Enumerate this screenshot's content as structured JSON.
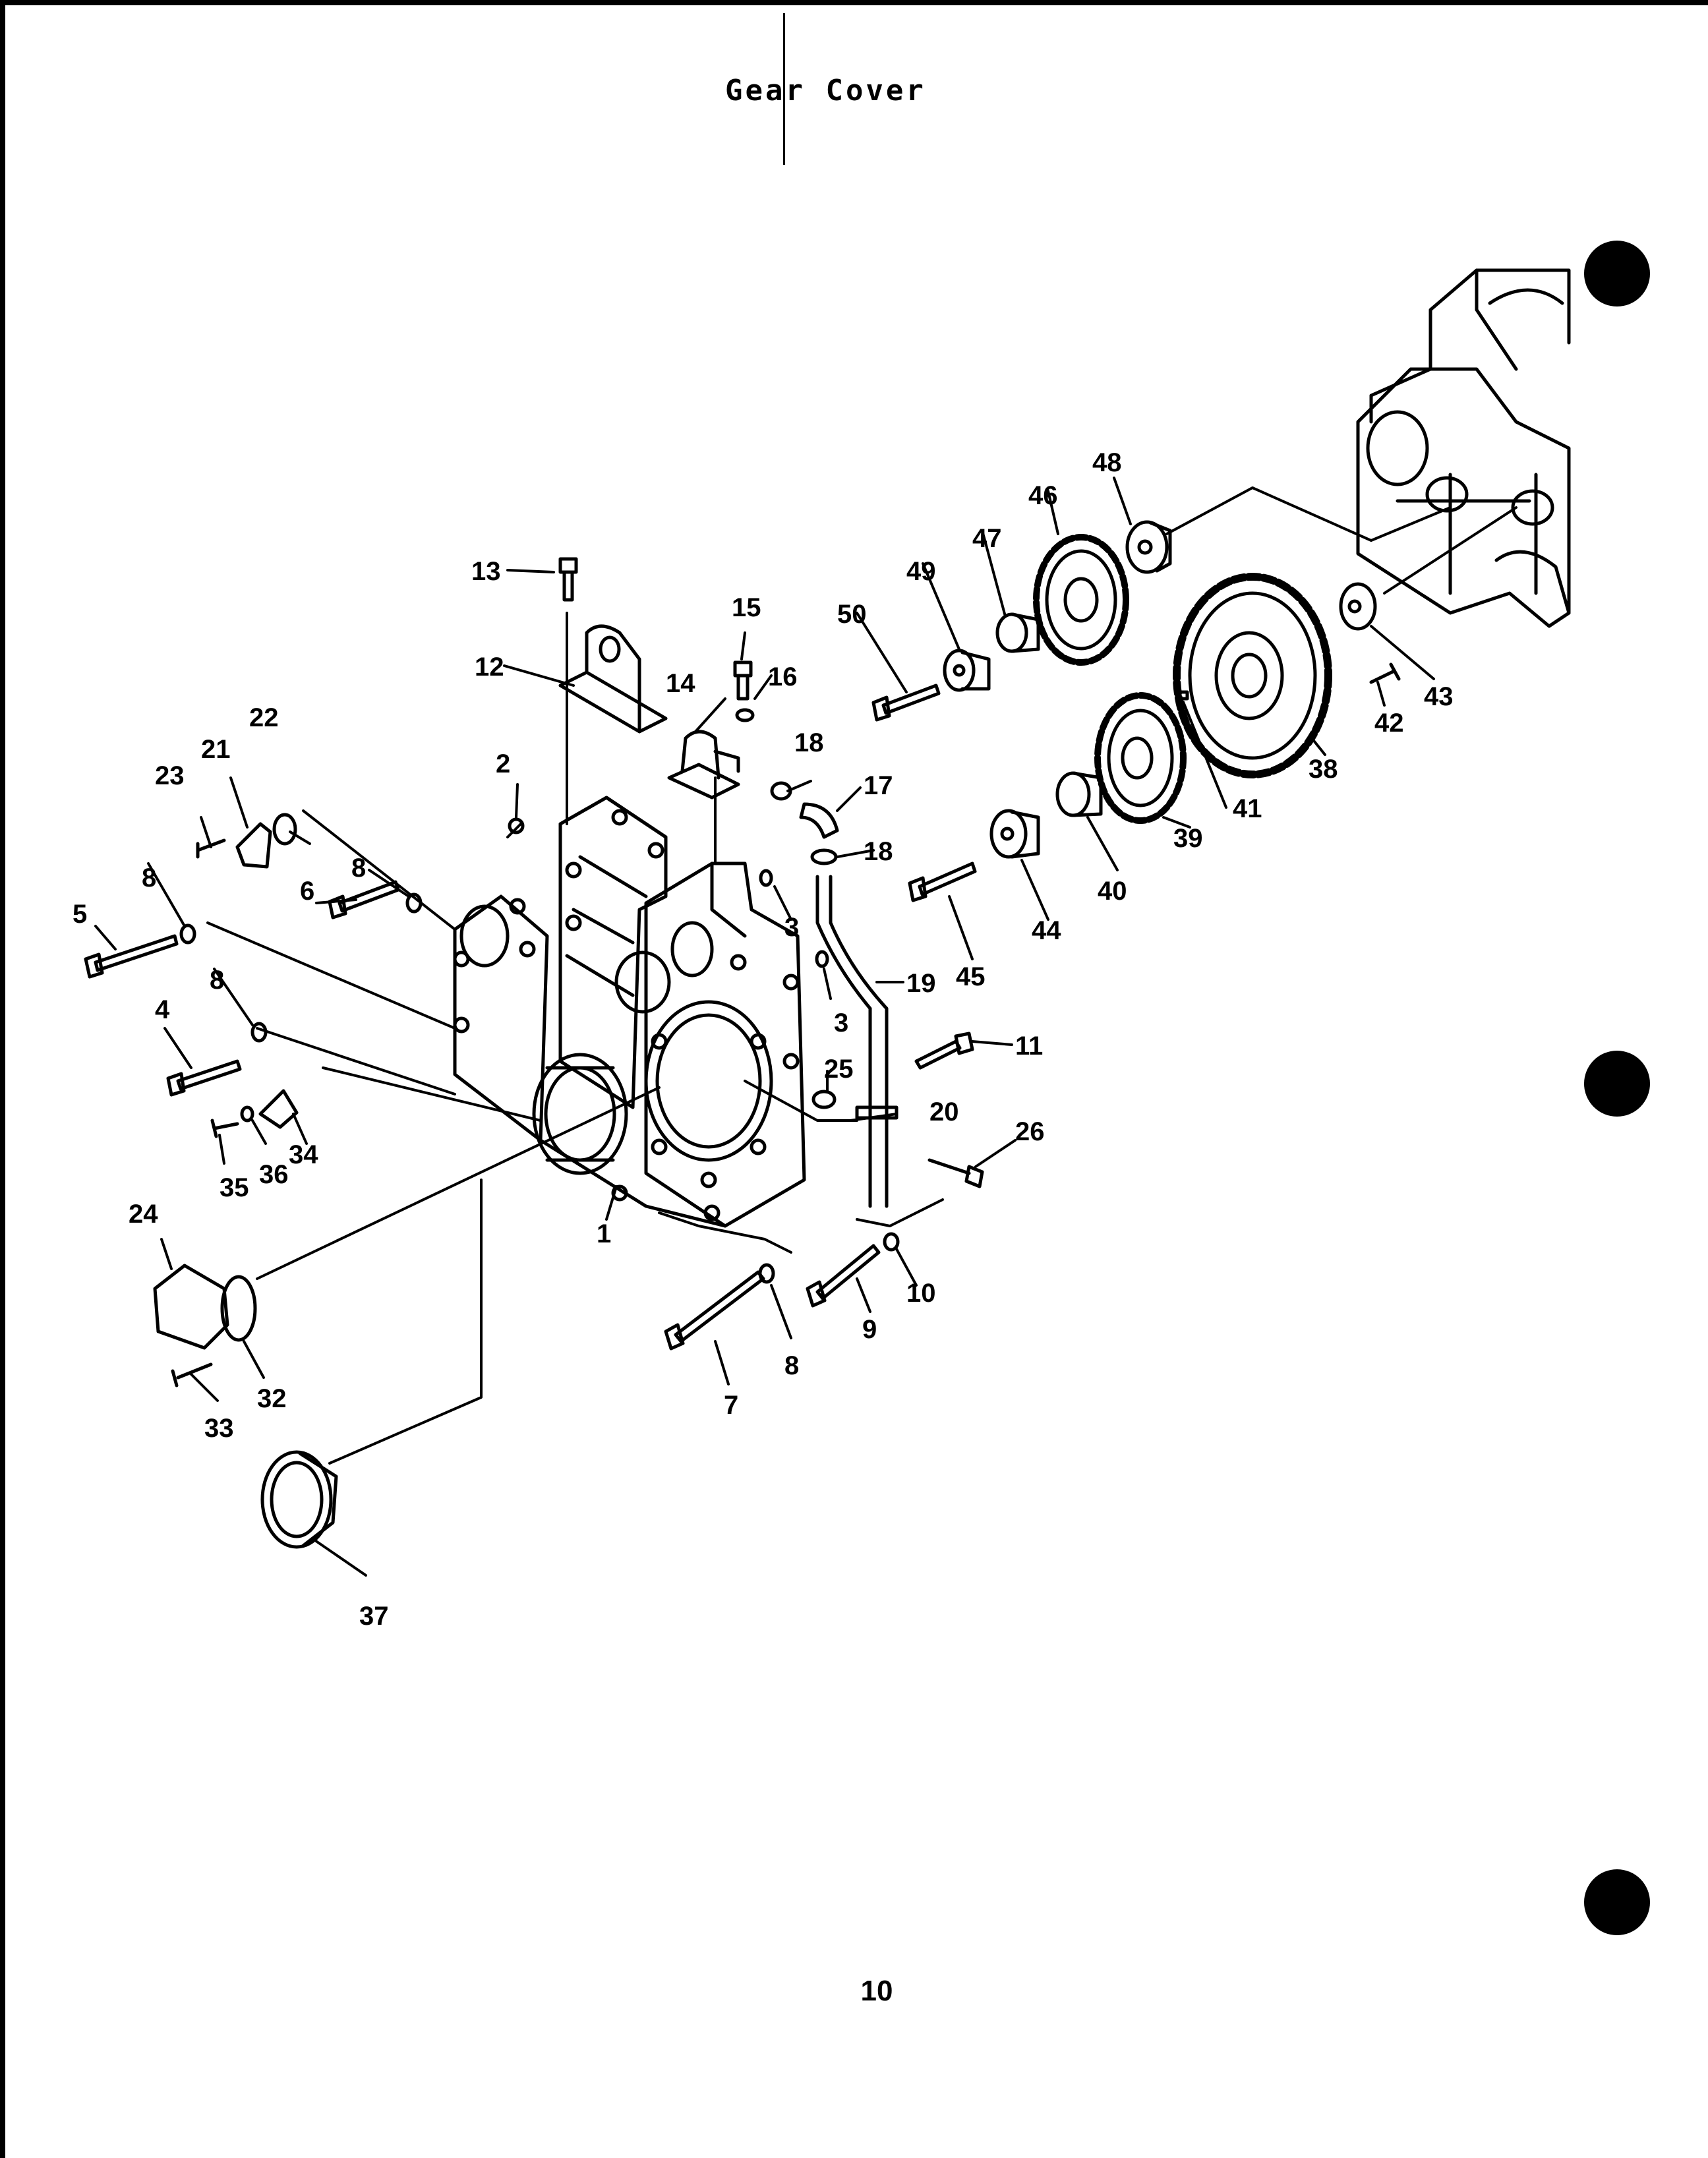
{
  "page": {
    "title": "Gear Cover",
    "page_number": "10"
  },
  "diagram": {
    "type": "exploded parts diagram",
    "callouts": [
      "1",
      "2",
      "3",
      "3",
      "4",
      "5",
      "6",
      "7",
      "8",
      "8",
      "8",
      "8",
      "9",
      "10",
      "11",
      "12",
      "13",
      "14",
      "15",
      "16",
      "17",
      "18",
      "18",
      "19",
      "20",
      "21",
      "22",
      "23",
      "24",
      "25",
      "26",
      "32",
      "33",
      "34",
      "35",
      "36",
      "37",
      "38",
      "39",
      "40",
      "41",
      "42",
      "43",
      "44",
      "45",
      "46",
      "47",
      "48",
      "49",
      "50"
    ]
  }
}
